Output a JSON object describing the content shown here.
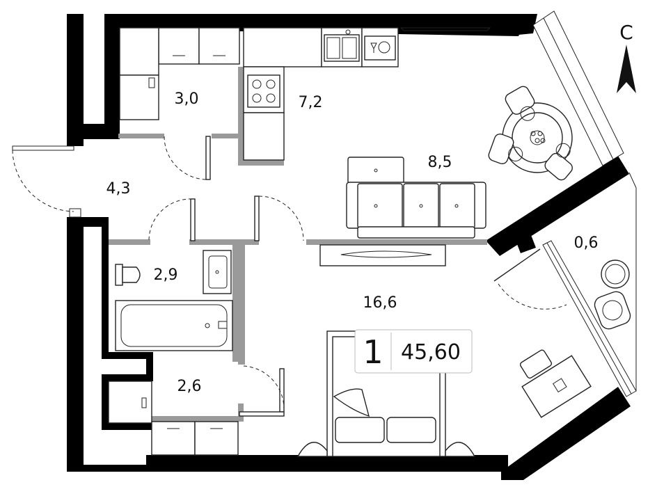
{
  "plan": {
    "rooms_count": "1",
    "total_area": "45,60",
    "compass_label": "С",
    "rooms": [
      {
        "id": "kitchen-niche",
        "area": "3,0"
      },
      {
        "id": "kitchen",
        "area": "7,2"
      },
      {
        "id": "dining",
        "area": "8,5"
      },
      {
        "id": "hall",
        "area": "4,3"
      },
      {
        "id": "bathroom",
        "area": "2,9"
      },
      {
        "id": "living",
        "area": "16,6"
      },
      {
        "id": "balcony",
        "area": "0,6"
      },
      {
        "id": "storage",
        "area": "2,6"
      }
    ]
  },
  "colors": {
    "wall": "#000000",
    "partition": "#9a9a9a",
    "background": "#ffffff"
  }
}
